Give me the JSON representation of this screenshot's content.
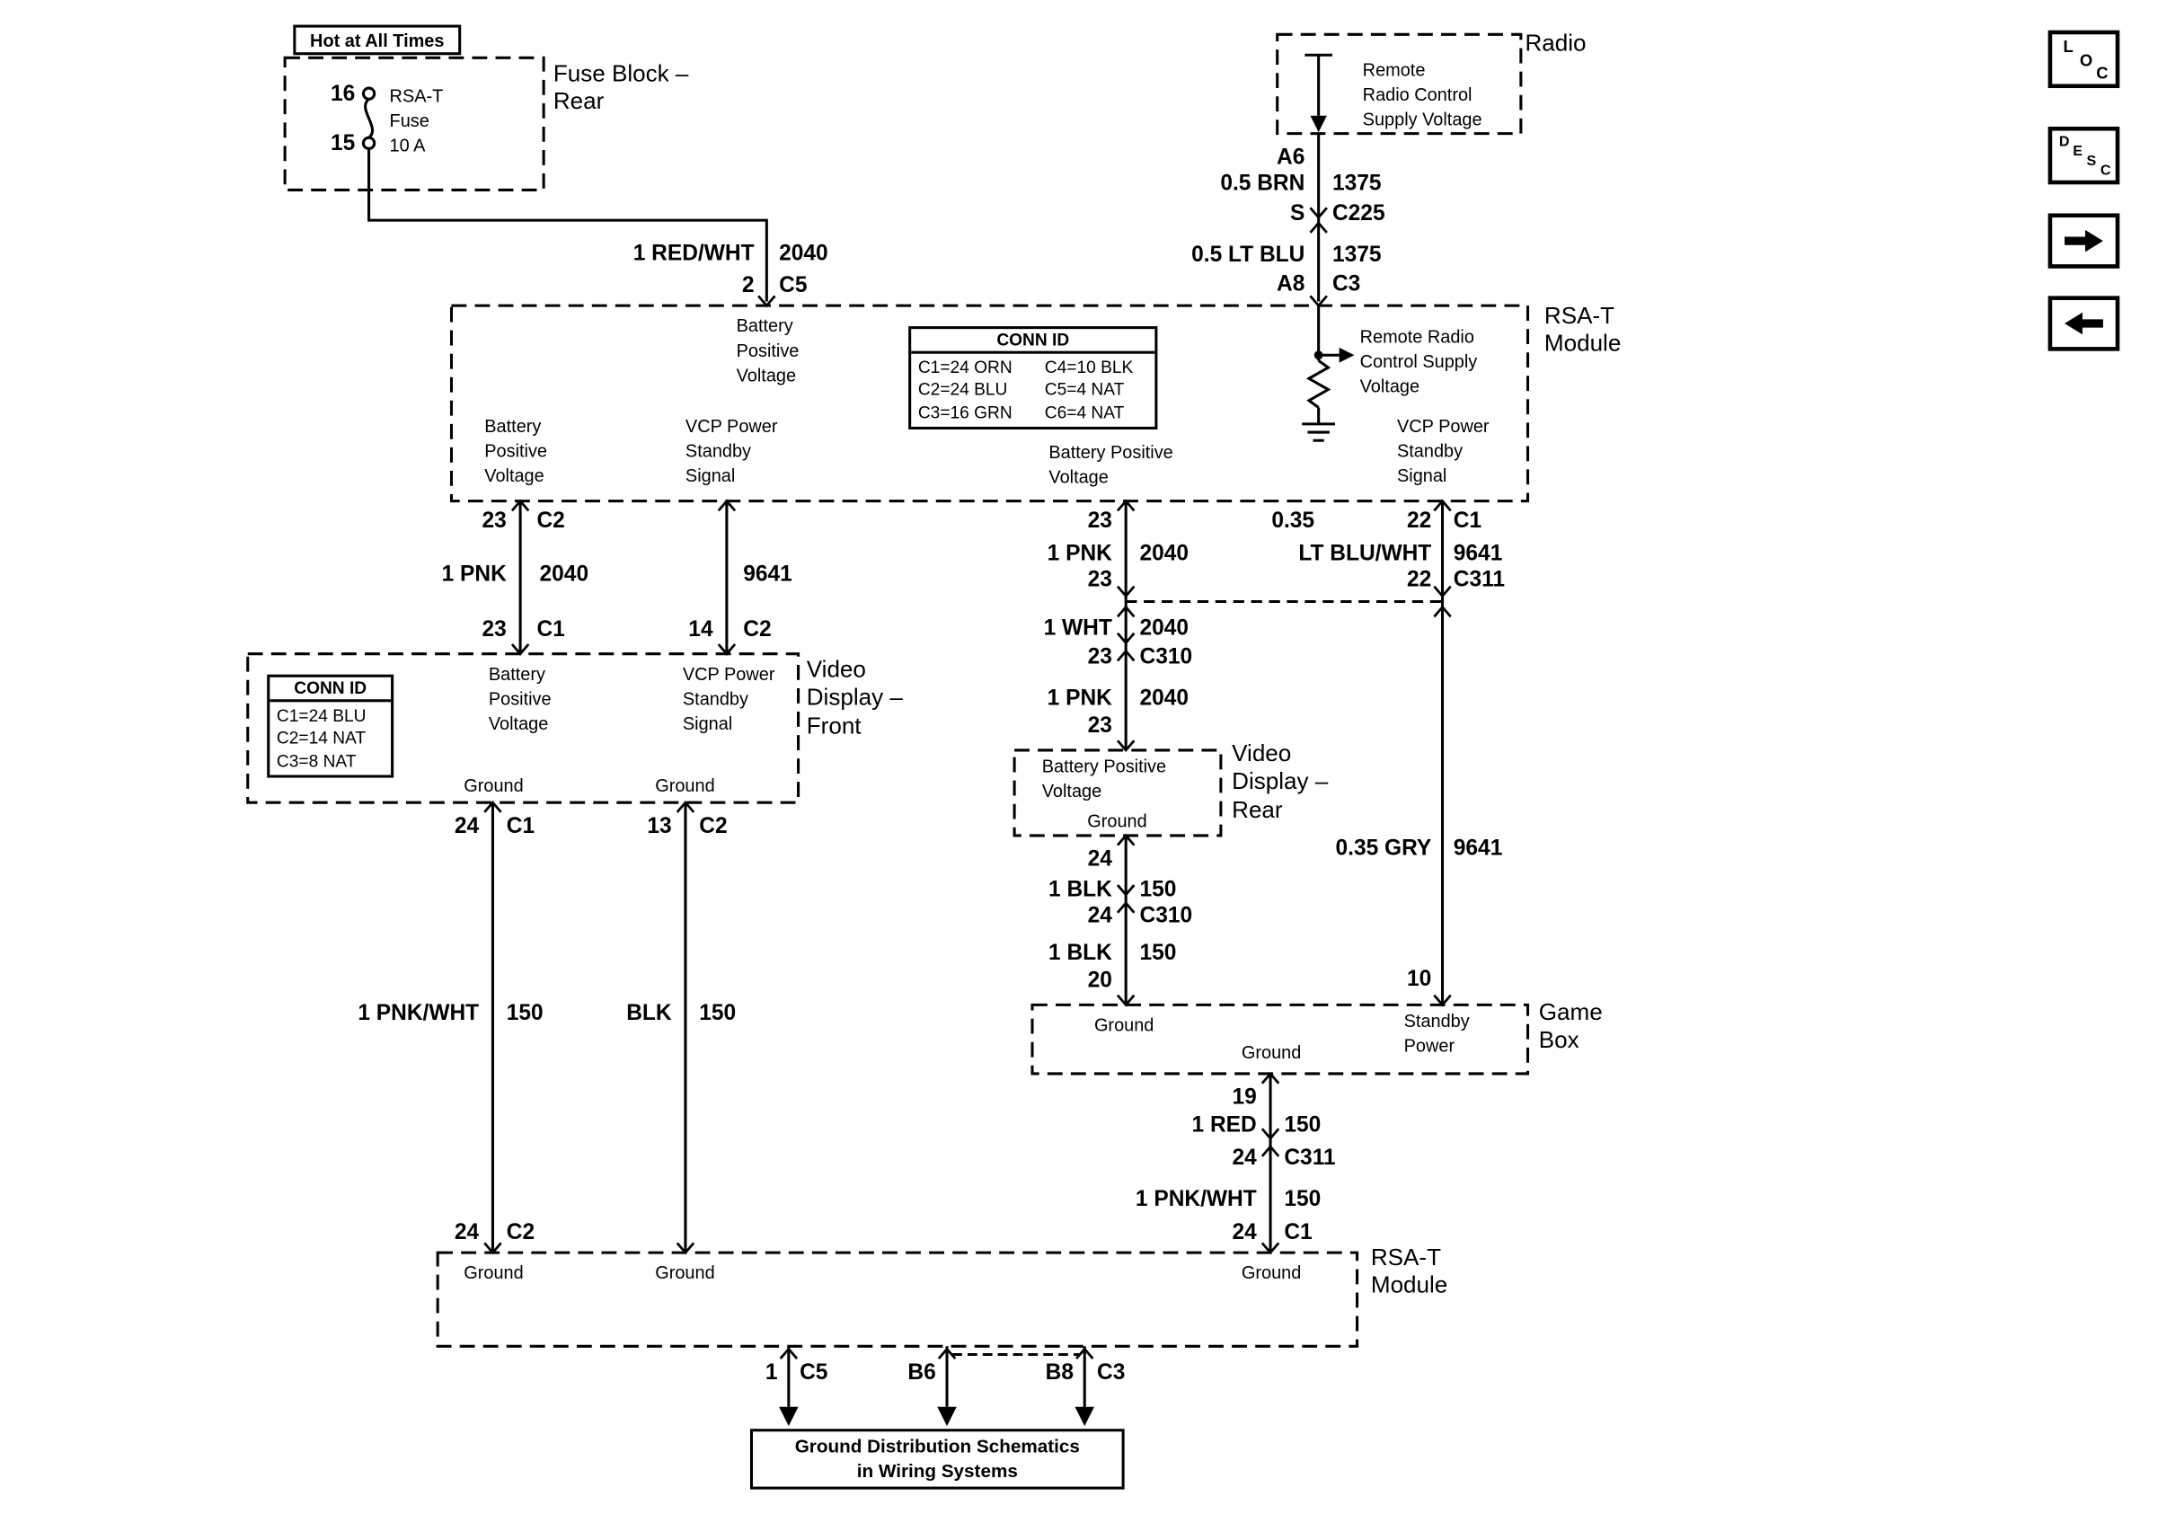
{
  "palette": {
    "line": "#000000",
    "background": "#ffffff"
  },
  "nav": {
    "loc_letters": [
      "L",
      "O",
      "C"
    ],
    "desc_letters": [
      "D",
      "E",
      "S",
      "C"
    ]
  },
  "fuse_area": {
    "hot_label": "Hot at All Times",
    "pin_top": "16",
    "pin_bottom": "15",
    "fuse_name": "RSA-T\nFuse\n10 A",
    "title": "Fuse Block –\nRear",
    "wire_name": "1 RED/WHT",
    "wire_circuit": "2040",
    "pin": "2",
    "connector": "C5"
  },
  "radio": {
    "title": "Radio",
    "supply_label": "Remote\nRadio Control\nSupply Voltage",
    "pin_a6": "A6",
    "wire_brn_name": "0.5 BRN",
    "wire_brn_circuit": "1375",
    "splice": "S",
    "conn_c225": "C225",
    "wire_blu_name": "0.5 LT BLU",
    "wire_blu_circuit": "1375",
    "pin_a8": "A8",
    "conn_c3": "C3"
  },
  "rsat_module": {
    "title": "RSA-T\nModule",
    "battery_entry": "Battery\nPositive\nVoltage",
    "conn_id": {
      "header": "CONN ID",
      "rows": [
        [
          "C1=24 ORN",
          "C4=10 BLK"
        ],
        [
          "C2=24 BLU",
          "C5=4 NAT"
        ],
        [
          "C3=16 GRN",
          "C6=4 NAT"
        ]
      ]
    },
    "battery_left": "Battery\nPositive\nVoltage",
    "vcp_left": "VCP Power\nStandby\nSignal",
    "battery_mid": "Battery Positive\nVoltage",
    "remote_radio": "Remote Radio\nControl Supply\nVoltage",
    "vcp_right": "VCP Power\nStandby\nSignal"
  },
  "front_wires": {
    "pnk_pin_top": "23",
    "pnk_conn_top": "C2",
    "pnk_name": "1 PNK",
    "pnk_circuit": "2040",
    "pnk_pin_bot": "23",
    "pnk_conn_bot": "C1",
    "vcp_circuit": "9641",
    "vcp_pin_bot": "14",
    "vcp_conn_bot": "C2"
  },
  "video_front": {
    "title": "Video\nDisplay –\nFront",
    "conn_id": {
      "header": "CONN ID",
      "rows": [
        "C1=24 BLU",
        "C2=14 NAT",
        "C3=8 NAT"
      ]
    },
    "battery": "Battery\nPositive\nVoltage",
    "vcp": "VCP Power\nStandby\nSignal",
    "ground_left": "Ground",
    "ground_right": "Ground"
  },
  "front_grounds": {
    "left_pin_top": "24",
    "left_conn_top": "C1",
    "right_pin_top": "13",
    "right_conn_top": "C2",
    "left_name": "1 PNK/WHT",
    "left_circuit": "150",
    "right_name": "BLK",
    "right_circuit": "150",
    "left_pin_bot": "24",
    "left_conn_bot": "C2"
  },
  "mid_wire": {
    "pin_1": "23",
    "seg1_name": "1 PNK",
    "seg1_circuit": "2040",
    "pin_2": "23",
    "seg2_name": "1 WHT",
    "seg2_circuit": "2040",
    "pin_3": "23",
    "conn_3": "C310",
    "seg3_name": "1 PNK",
    "seg3_circuit": "2040",
    "pin_4": "23"
  },
  "right_wire": {
    "size": "0.35",
    "pin_top": "22",
    "conn_top": "C1",
    "name": "LT BLU/WHT",
    "circuit": "9641",
    "pin_2": "22",
    "conn_2": "C311",
    "seg2_name": "0.35 GRY",
    "seg2_circuit": "9641",
    "pin_bot": "10"
  },
  "video_rear": {
    "title": "Video\nDisplay –\nRear",
    "battery": "Battery Positive\nVoltage",
    "ground": "Ground"
  },
  "rear_ground": {
    "pin_1": "24",
    "seg1_name": "1 BLK",
    "seg1_circuit": "150",
    "pin_2": "24",
    "conn_2": "C310",
    "seg2_name": "1 BLK",
    "seg2_circuit": "150",
    "pin_3": "20"
  },
  "game_box": {
    "title": "Game\nBox",
    "ground_left": "Ground",
    "ground_mid": "Ground",
    "standby": "Standby\nPower"
  },
  "game_ground": {
    "pin_1": "19",
    "seg1_name": "1 RED",
    "seg1_circuit": "150",
    "pin_2": "24",
    "conn_2": "C311",
    "seg2_name": "1 PNK/WHT",
    "seg2_circuit": "150",
    "pin_3": "24",
    "conn_3": "C1"
  },
  "rsat_bottom": {
    "title": "RSA-T\nModule",
    "ground_1": "Ground",
    "ground_2": "Ground",
    "ground_3": "Ground"
  },
  "bottom_exits": {
    "e1_pin": "1",
    "e1_conn": "C5",
    "e2_pin": "B6",
    "e3_pin": "B8",
    "e3_conn": "C3"
  },
  "ground_distribution": {
    "label": "Ground Distribution Schematics\nin Wiring Systems"
  }
}
